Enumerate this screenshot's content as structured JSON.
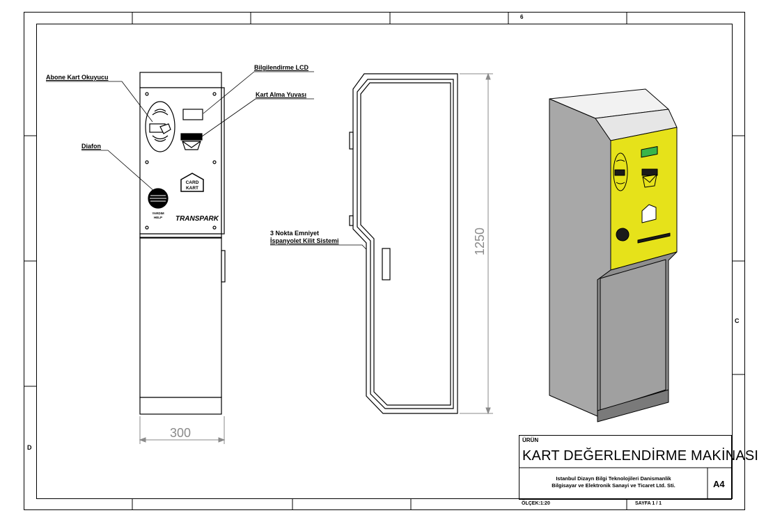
{
  "callouts": {
    "card_reader": "Abone Kart Okuyucu",
    "lcd": "Bilgilendirme LCD",
    "card_slot": "Kart Alma Yuvası",
    "intercom": "Diafon",
    "lock_line1": "3 Nokta Emniyet",
    "lock_line2": "İspanyolet Kilit Sistemi"
  },
  "dimensions": {
    "width": "300",
    "height": "1250"
  },
  "panel": {
    "brand": "TRANSPARK",
    "card_logo_line1": "CARD",
    "card_logo_line2": "KART",
    "help_line1": "YARDIM",
    "help_line2": "HELP"
  },
  "zones": {
    "right_c": "C",
    "left_d": "D",
    "top_6": "6"
  },
  "title_block": {
    "product_label": "ÜRÜN",
    "product_title": "KART DEĞERLENDİRME MAKİNASI",
    "company_line1": "Istanbul Dizayn Bilgi Teknolojileri Danismanlik",
    "company_line2": "Bilgisayar ve Elektronik Sanayi ve Ticaret Ltd. Sti.",
    "paper_size": "A4",
    "scale": "ÖLÇEK:1:20",
    "sheet": "SAYFA 1 / 1"
  },
  "colors": {
    "panel_yellow": "#e6e21a",
    "lcd_green": "#39b54a",
    "body_gray": "#a8a8a8",
    "dim_gray": "#8a8a8a"
  }
}
